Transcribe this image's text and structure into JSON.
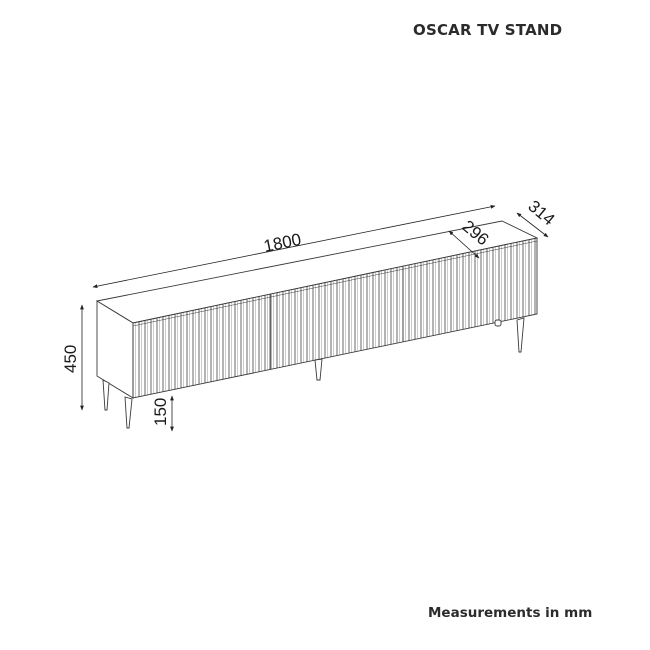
{
  "title": "OSCAR TV STAND",
  "footer_note": "Measurements in mm",
  "dimensions": {
    "width": "1800",
    "depth_outer": "314",
    "depth_inner": "296",
    "height": "450",
    "leg_height": "150"
  },
  "colors": {
    "line": "#3a3a3a",
    "text": "#2b2b2b",
    "background": "#ffffff"
  }
}
